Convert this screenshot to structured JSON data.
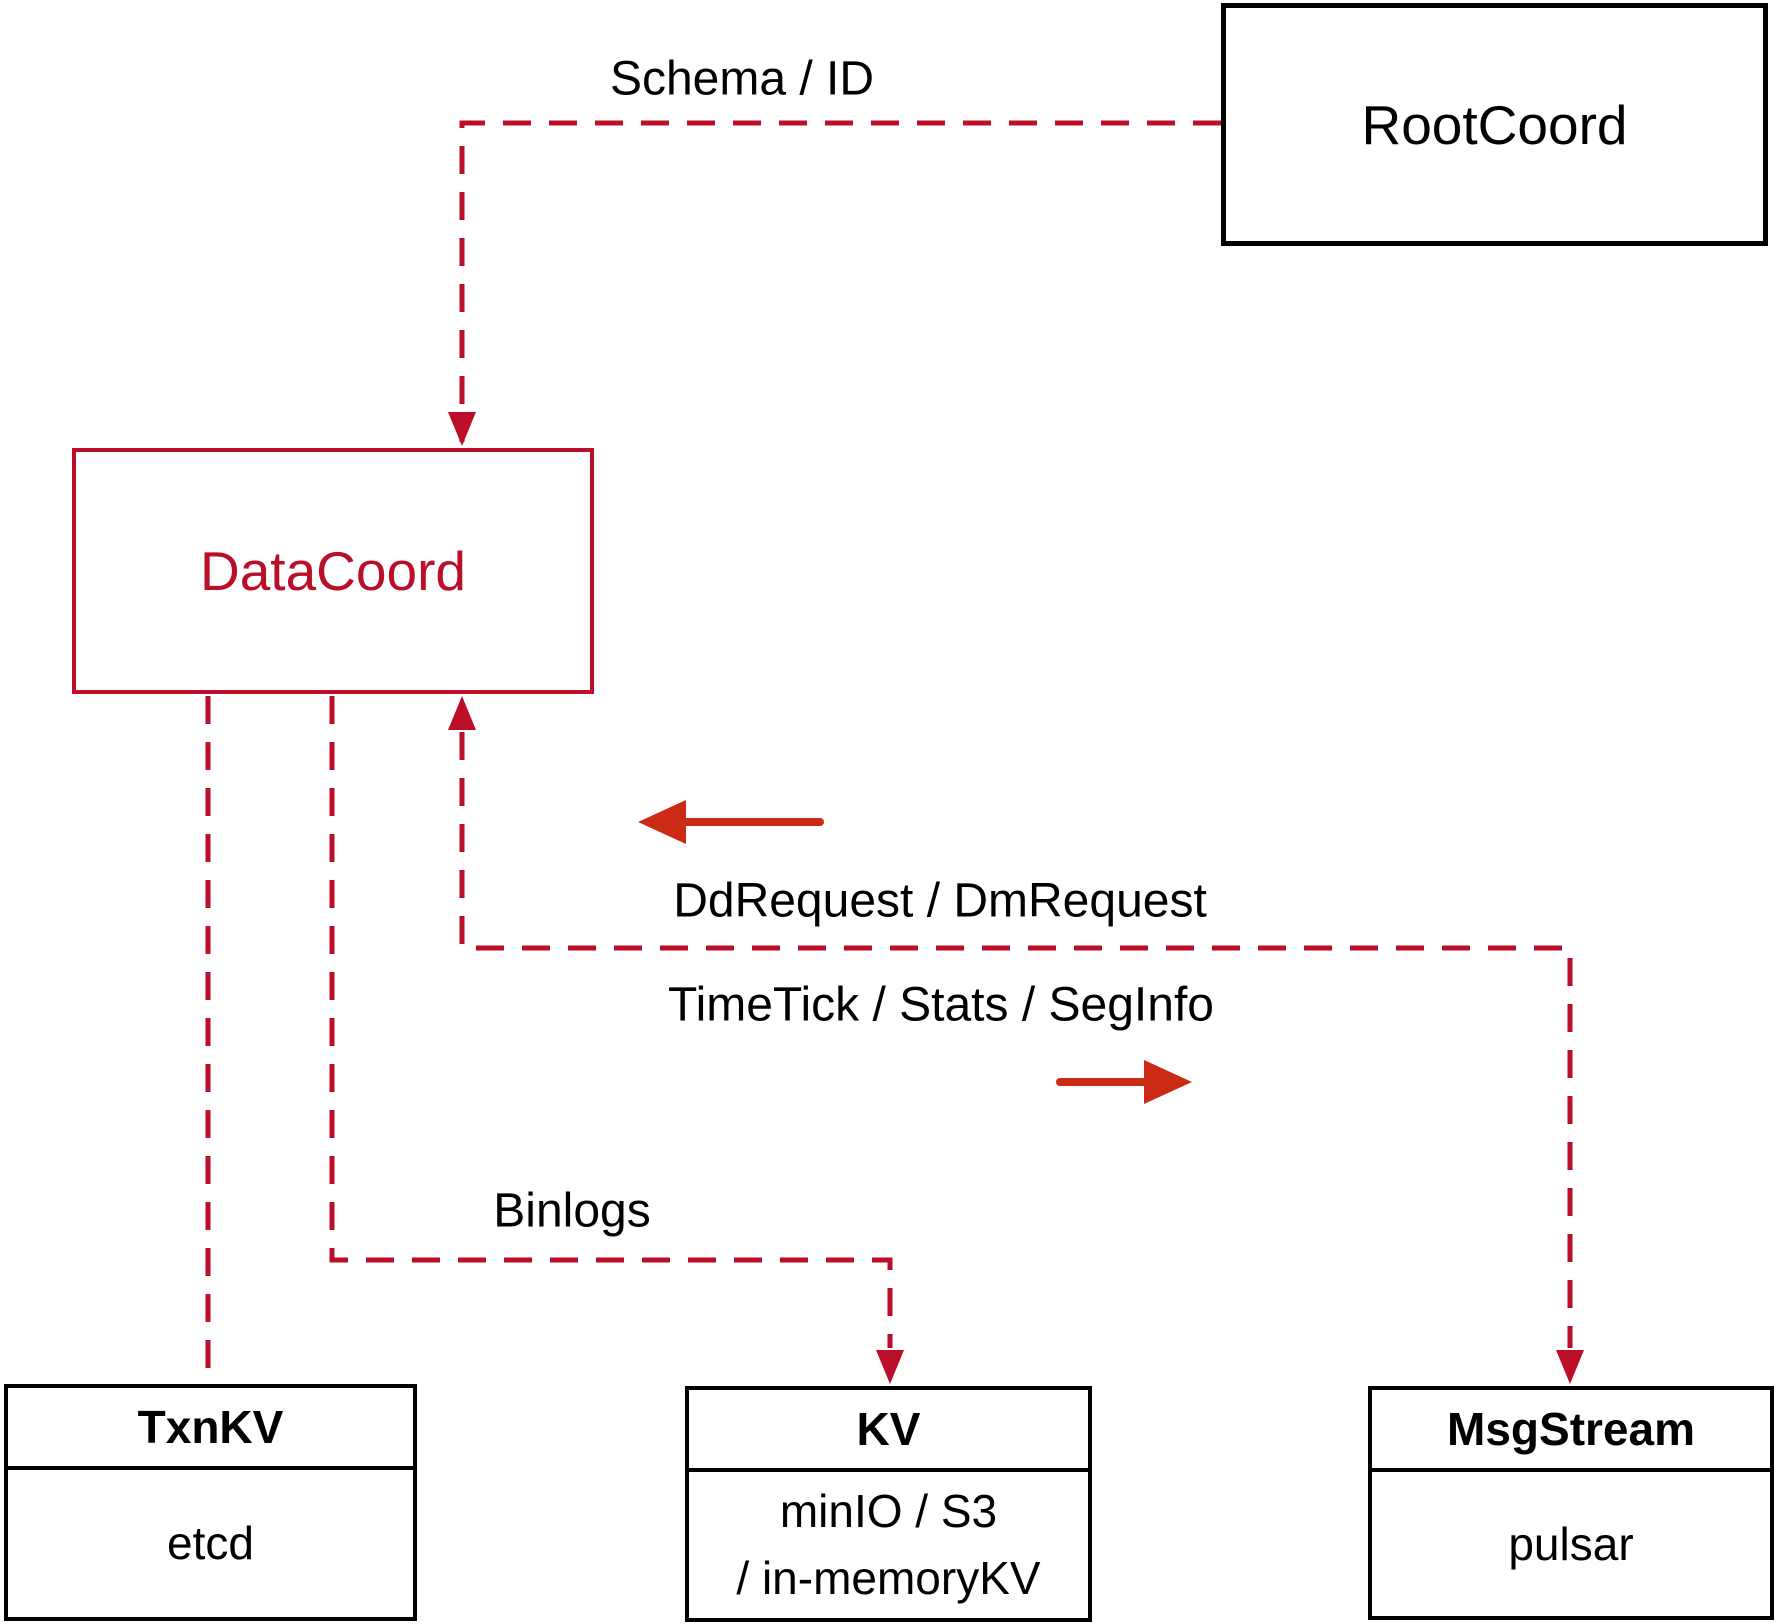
{
  "diagram": {
    "nodes": {
      "rootcoord": {
        "label": "RootCoord"
      },
      "datacoord": {
        "label": "DataCoord"
      },
      "txnkv": {
        "title": "TxnKV",
        "body": "etcd"
      },
      "kv": {
        "title": "KV",
        "body_line1": "minIO / S3",
        "body_line2": "/ in-memoryKV"
      },
      "msgstream": {
        "title": "MsgStream",
        "body": "pulsar"
      }
    },
    "edge_labels": {
      "schema_id": "Schema / ID",
      "dd_dm": "DdRequest / DmRequest",
      "timetick": "TimeTick / Stats / SegInfo",
      "binlogs": "Binlogs"
    },
    "colors": {
      "connector_red": "#bb0e29",
      "solid_arrow_red": "#cb2a15",
      "datacoord_red": "#bb0e29",
      "node_border_black": "#000000"
    }
  }
}
